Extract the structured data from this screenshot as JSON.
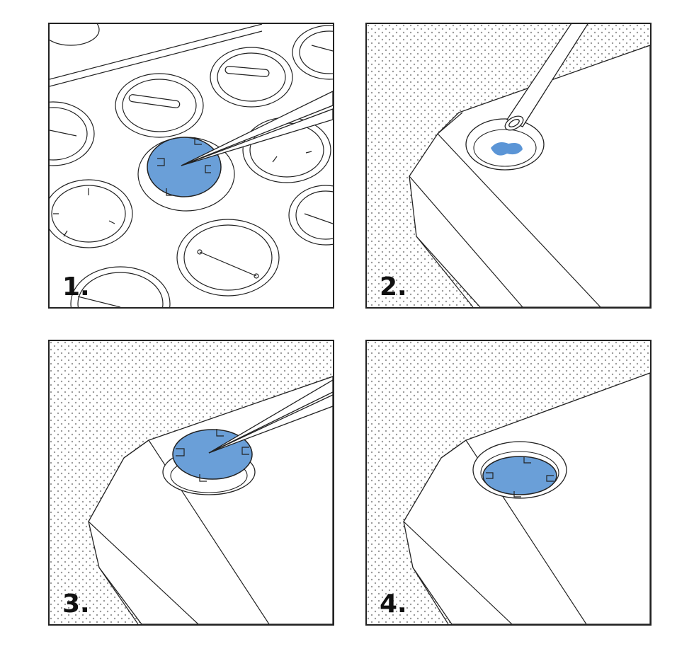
{
  "steps": [
    {
      "label": "1."
    },
    {
      "label": "2."
    },
    {
      "label": "3."
    },
    {
      "label": "4."
    }
  ],
  "colors": {
    "disc_fill": "#6a9fd8",
    "liquid": "#5b95d6",
    "outline": "#222222",
    "dots": "#9a9a9a"
  },
  "icons": [
    "tweezers-icon",
    "pipette-icon",
    "sample-disc-icon",
    "well-plate-icon"
  ]
}
